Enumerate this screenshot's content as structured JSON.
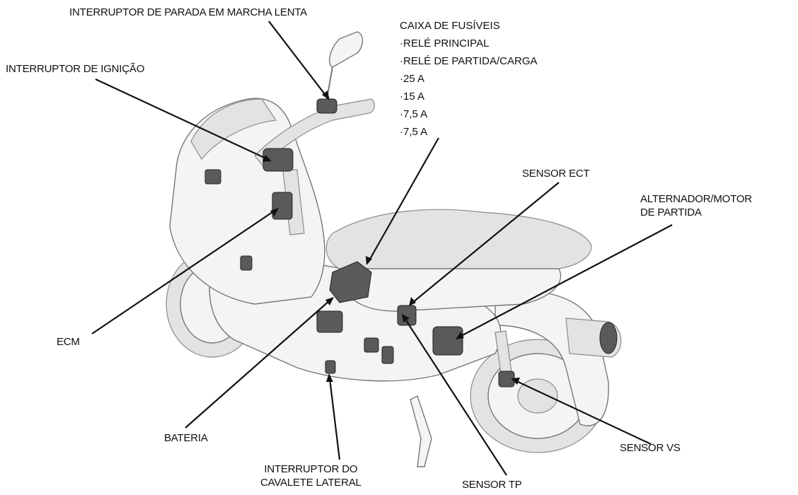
{
  "labels": {
    "idle_stop_switch": "INTERRUPTOR DE PARADA EM MARCHA LENTA",
    "ignition_switch": "INTERRUPTOR DE IGNIÇÃO",
    "fuse_box": {
      "title": "CAIXA DE FUSÍVEIS",
      "items": [
        "·RELÉ PRINCIPAL",
        "·RELÉ DE PARTIDA/CARGA",
        "·25 A",
        "·15 A",
        "·7,5 A",
        "·7,5 A"
      ]
    },
    "ect_sensor": "SENSOR ECT",
    "alternator": [
      "ALTERNADOR/MOTOR",
      "DE PARTIDA"
    ],
    "ecm": "ECM",
    "battery": "BATERIA",
    "side_stand_switch": [
      "INTERRUPTOR DO",
      "CAVALETE LATERAL"
    ],
    "tp_sensor": "SENSOR TP",
    "vs_sensor": "SENSOR VS"
  }
}
